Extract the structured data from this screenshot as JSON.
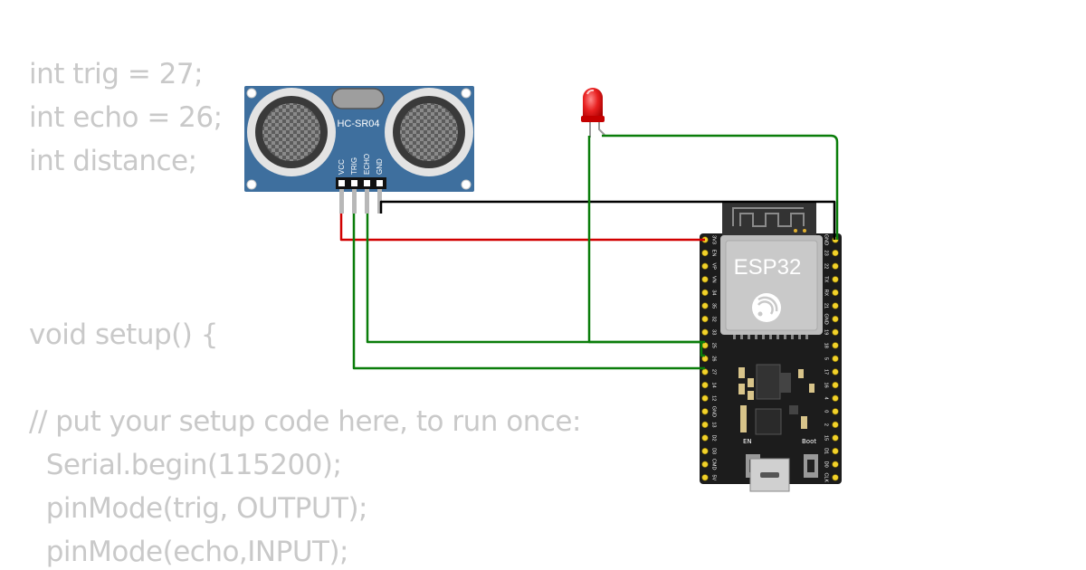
{
  "code_lines": [
    "int trig = 27;",
    "int echo = 26;",
    "int distance;",
    "",
    "",
    "",
    "void setup() {",
    "",
    "// put your setup code here, to run once:",
    "  Serial.begin(115200);",
    "  pinMode(trig, OUTPUT);",
    "  pinMode(echo,INPUT);"
  ],
  "sensor": {
    "model": "HC-SR04",
    "pins": [
      "VCC",
      "TRIG",
      "ECHO",
      "GND"
    ]
  },
  "board": {
    "name": "ESP32",
    "left_pins": [
      "3V3",
      "EN",
      "VP",
      "VN",
      "34",
      "35",
      "32",
      "33",
      "25",
      "26",
      "27",
      "14",
      "12",
      "GND",
      "13",
      "D2",
      "D3",
      "CMD",
      "5V"
    ],
    "right_pins": [
      "GND",
      "23",
      "22",
      "TX",
      "RX",
      "21",
      "GND",
      "19",
      "18",
      "5",
      "17",
      "16",
      "4",
      "0",
      "2",
      "15",
      "D1",
      "D0",
      "CLK"
    ],
    "buttons": [
      "EN",
      "Boot"
    ]
  },
  "led": {
    "color": "red"
  },
  "wire_colors": {
    "power": "#d10000",
    "ground": "#000000",
    "signal": "#0a7d0a"
  }
}
